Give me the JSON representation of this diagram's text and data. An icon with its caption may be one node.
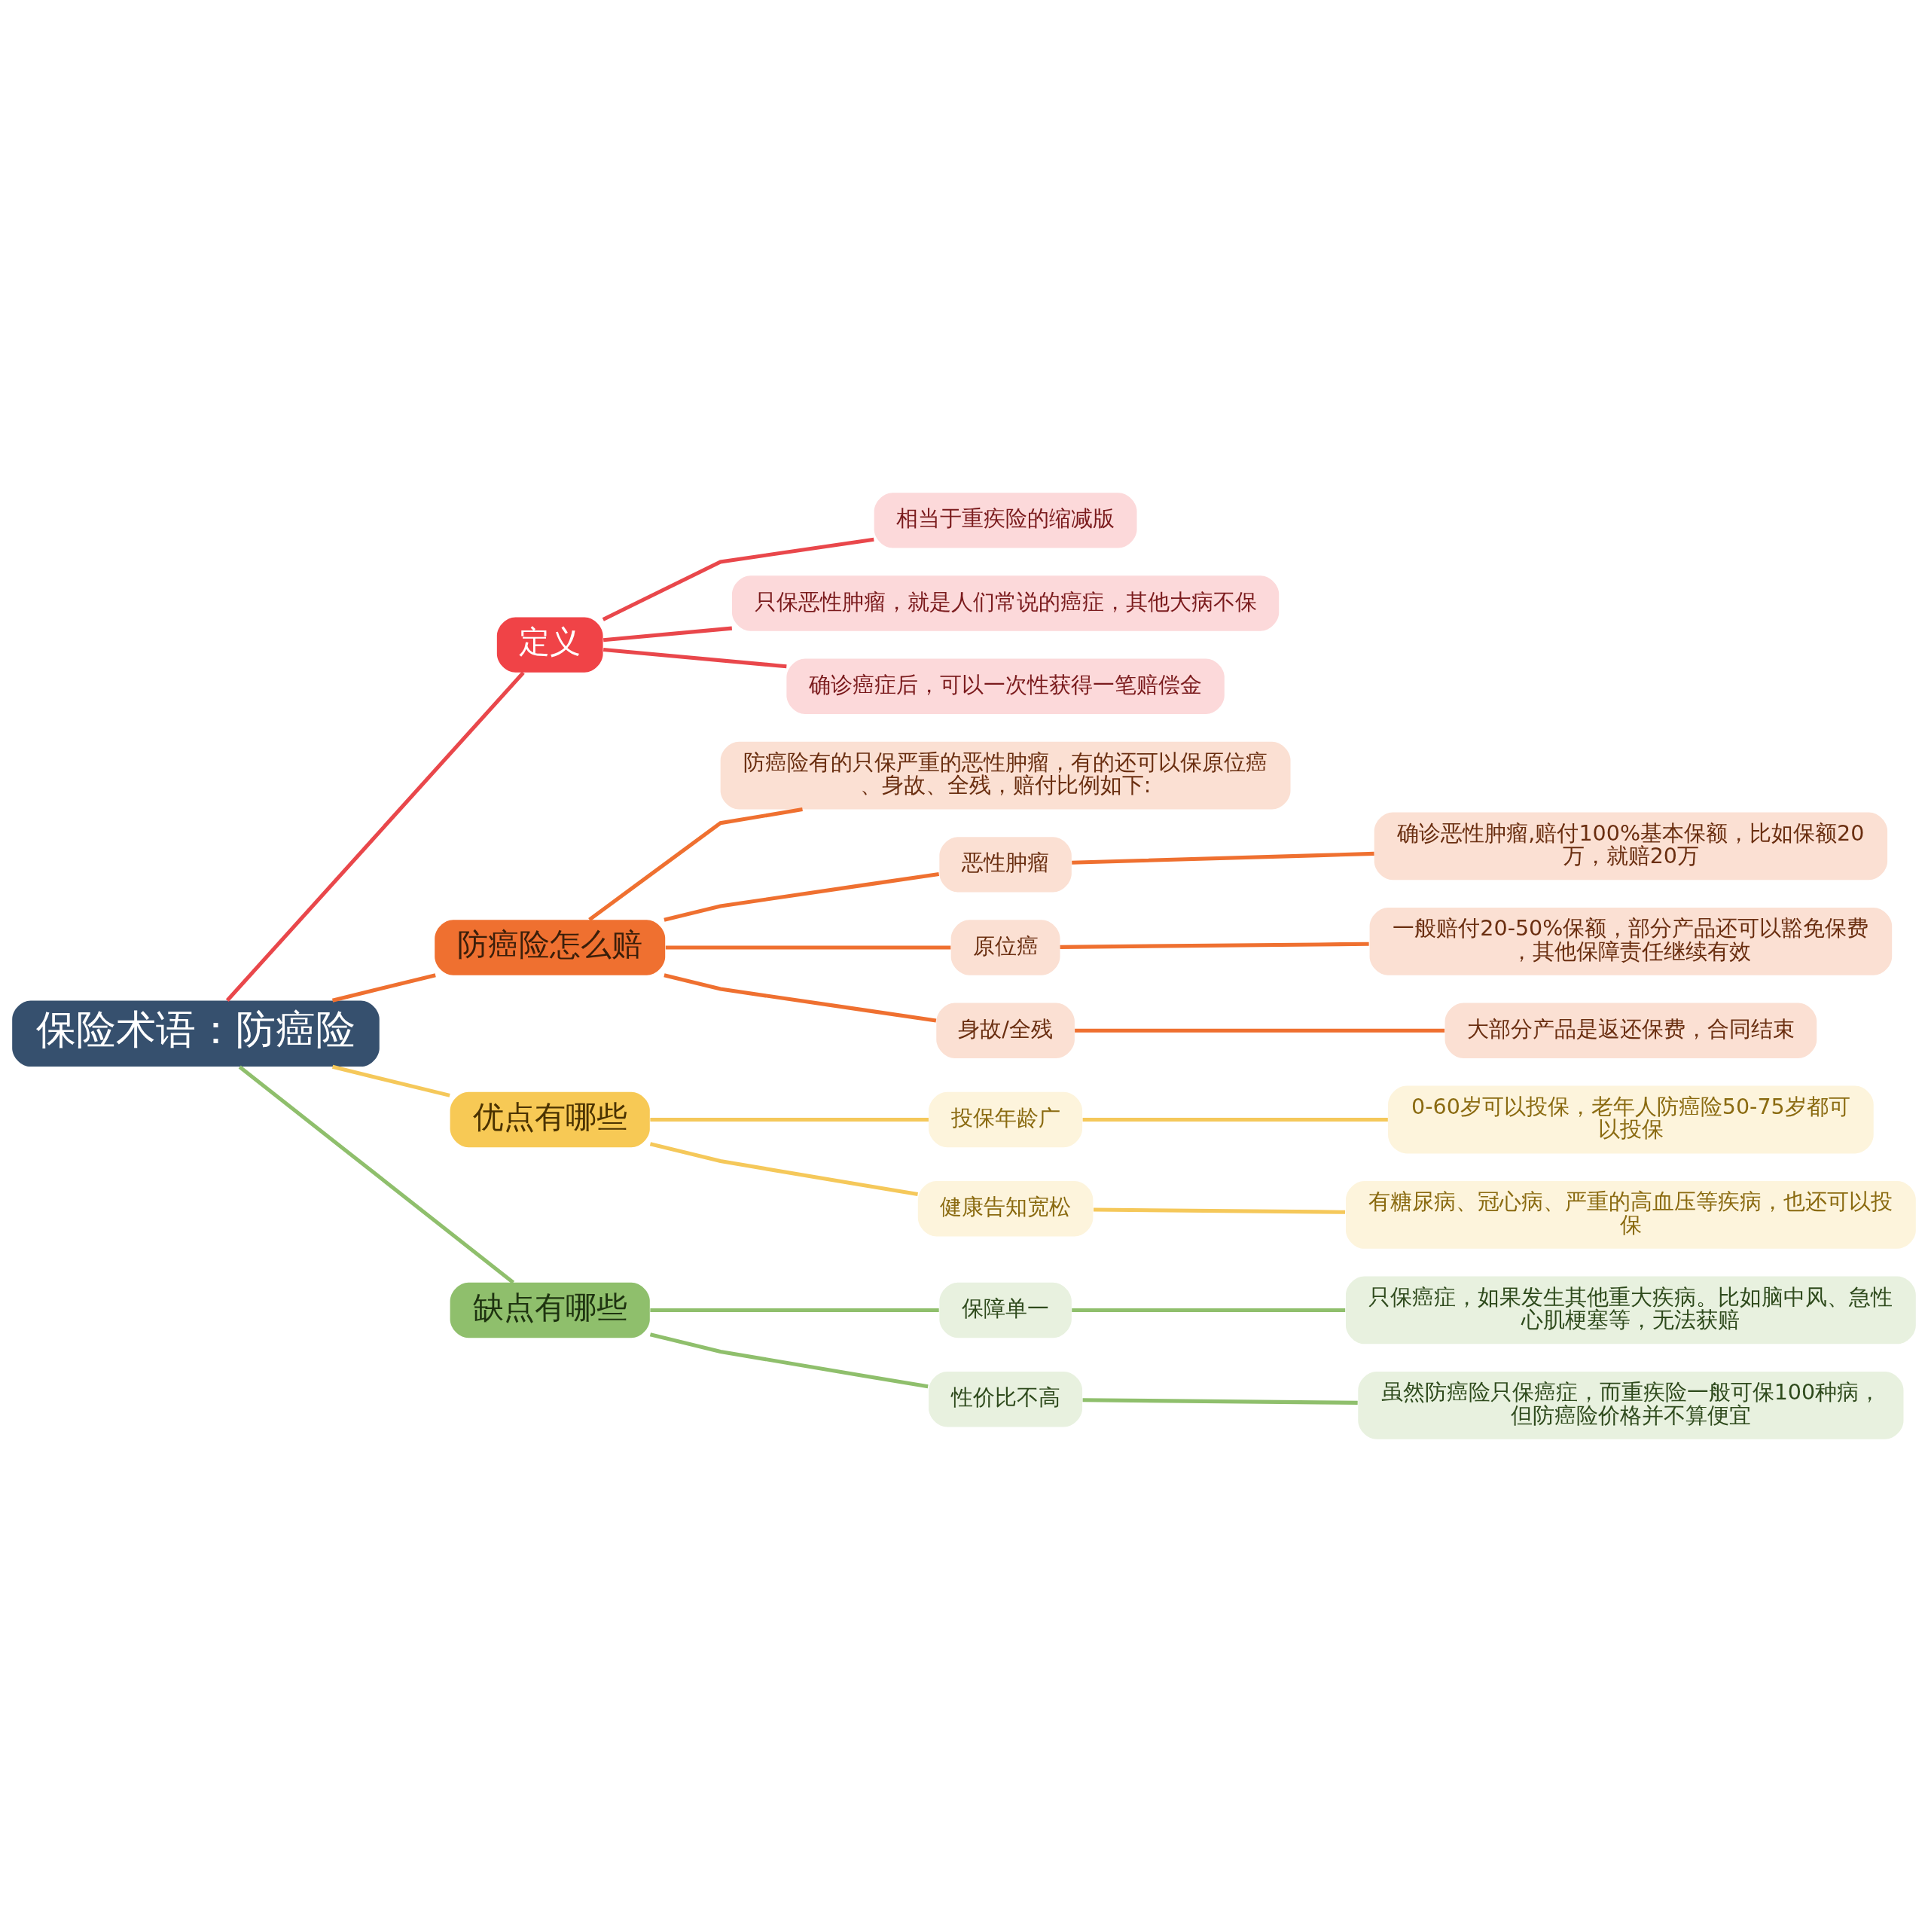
{
  "diagram": {
    "nodes": [
      {
        "text": [
          "保险术语：防癌险"
        ]
      },
      {
        "text": [
          "定义"
        ]
      },
      {
        "text": [
          "相当于重疾险的缩减版"
        ]
      },
      {
        "text": [
          "只保恶性肿瘤，就是人们常说的癌症，其他大病不保"
        ]
      },
      {
        "text": [
          "确诊癌症后，可以一次性获得一笔赔偿金"
        ]
      },
      {
        "text": [
          "防癌险怎么赔"
        ]
      },
      {
        "text": [
          "防癌险有的只保严重的恶性肿瘤，有的还可以保原位癌、身故、全残，赔付比例如下:"
        ]
      },
      {
        "text": [
          "恶性肿瘤"
        ]
      },
      {
        "text": [
          "确诊恶性肿瘤,赔付100%基本保额，比如保额20万，就赔20万"
        ]
      },
      {
        "text": [
          "原位癌"
        ]
      },
      {
        "text": [
          "一般赔付20-50%保额，部分产品还可以豁免保费，其他保障责任继续有效"
        ]
      },
      {
        "text": [
          "身故/全残"
        ]
      },
      {
        "text": [
          "大部分产品是返还保费，合同结束"
        ]
      },
      {
        "text": [
          "优点有哪些"
        ]
      },
      {
        "text": [
          "投保年龄广"
        ]
      },
      {
        "text": [
          "0-60岁可以投保，老年人防癌险50-75岁都可以投保"
        ]
      },
      {
        "text": [
          "健康告知宽松"
        ]
      },
      {
        "text": [
          "有糖尿病、冠心病、严重的高血压等疾病，也还可以投保"
        ]
      },
      {
        "text": [
          "缺点有哪些"
        ]
      },
      {
        "text": [
          "保障单一"
        ]
      },
      {
        "text": [
          "只保癌症，如果发生其他重大疾病。比如脑中风、急性心肌梗塞等，无法获赔"
        ]
      },
      {
        "text": [
          "性价比不高"
        ]
      },
      {
        "text": [
          "虽然防癌险只保癌症，而重疾险一般可保100种病，但防癌险价格并不算便宜"
        ]
      }
    ],
    "edges": [
      {
        "from": 0,
        "to": 1,
        "arrow": "none",
        "color": "#e9474b"
      },
      {
        "from": 1,
        "to": 2,
        "arrow": "none",
        "color": "#e9474b"
      },
      {
        "from": 1,
        "to": 3,
        "arrow": "none",
        "color": "#e9474b"
      },
      {
        "from": 1,
        "to": 4,
        "arrow": "none",
        "color": "#e9474b"
      },
      {
        "from": 0,
        "to": 5,
        "arrow": "none"
      },
      {
        "from": 5,
        "to": 6,
        "arrow": "none"
      },
      {
        "from": 5,
        "to": 7,
        "arrow": "none"
      },
      {
        "from": 7,
        "to": 8,
        "arrow": "none"
      },
      {
        "from": 5,
        "to": 9,
        "arrow": "none"
      },
      {
        "from": 9,
        "to": 10,
        "arrow": "none"
      },
      {
        "from": 5,
        "to": 11,
        "arrow": "none"
      },
      {
        "from": 11,
        "to": 12,
        "arrow": "none"
      },
      {
        "from": 0,
        "to": 13,
        "arrow": "none",
        "color": "#f5c85a"
      },
      {
        "from": 13,
        "to": 14,
        "arrow": "none",
        "color": "#f5c85a"
      },
      {
        "from": 14,
        "to": 15,
        "arrow": "none",
        "color": "#f5c85a"
      },
      {
        "from": 13,
        "to": 16,
        "arrow": "none",
        "color": "#f5c85a"
      },
      {
        "from": 16,
        "to": 17,
        "arrow": "none",
        "color": "#f5c85a"
      },
      {
        "from": 0,
        "to": 18,
        "arrow": "none",
        "color": "#8fbf6c"
      },
      {
        "from": 18,
        "to": 19,
        "arrow": "none",
        "color": "#8fbf6c"
      },
      {
        "from": 19,
        "to": 20,
        "arrow": "none",
        "color": "#8fbf6c"
      },
      {
        "from": 18,
        "to": 21,
        "arrow": "none",
        "color": "#8fbf6c"
      },
      {
        "from": 21,
        "to": 22,
        "arrow": "none",
        "color": "#8fbf6c"
      }
    ]
  }
}
